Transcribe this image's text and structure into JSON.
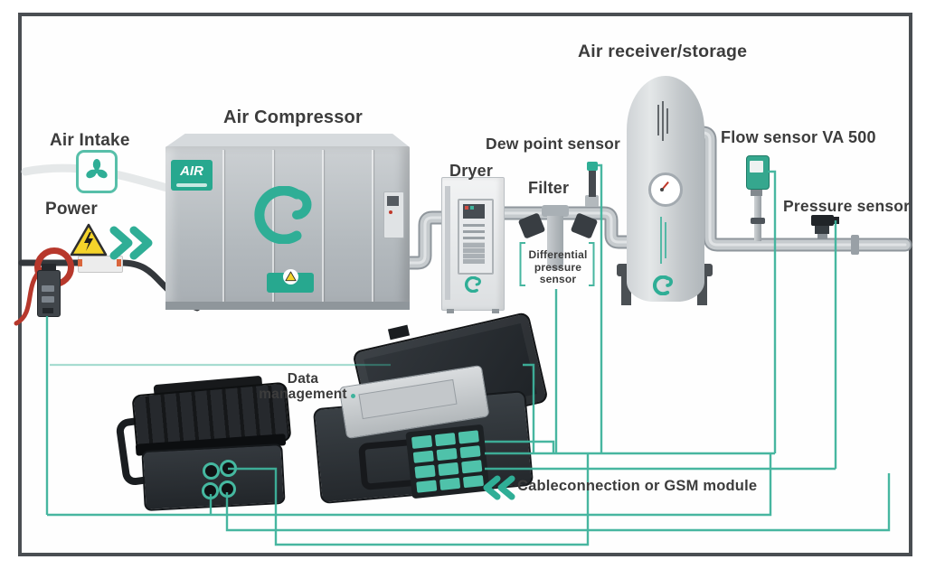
{
  "labels": {
    "air_intake": "Air Intake",
    "power": "Power",
    "air_compressor": "Air Compressor",
    "dryer": "Dryer",
    "dew_point_sensor": "Dew point sensor",
    "filter": "Filter",
    "differential_pressure_sensor": "Differential\npressure\nsensor",
    "air_receiver_storage": "Air receiver/storage",
    "flow_sensor": "Flow sensor VA 500",
    "pressure_sensor": "Pressure sensor",
    "data_management": "Data\nmanagement",
    "cable_connection": "Cableconnection or GSM module"
  },
  "compressor": {
    "logo_text": "AIR"
  },
  "colors": {
    "teal": "#2fae96",
    "cable_teal": "#3eb39c",
    "label_text": "#3c3c3c",
    "warning_yellow": "#f5d42a",
    "pipe_gray": "#c6cbce",
    "case_dark": "#24282c",
    "clamp_red": "#b7382c"
  }
}
